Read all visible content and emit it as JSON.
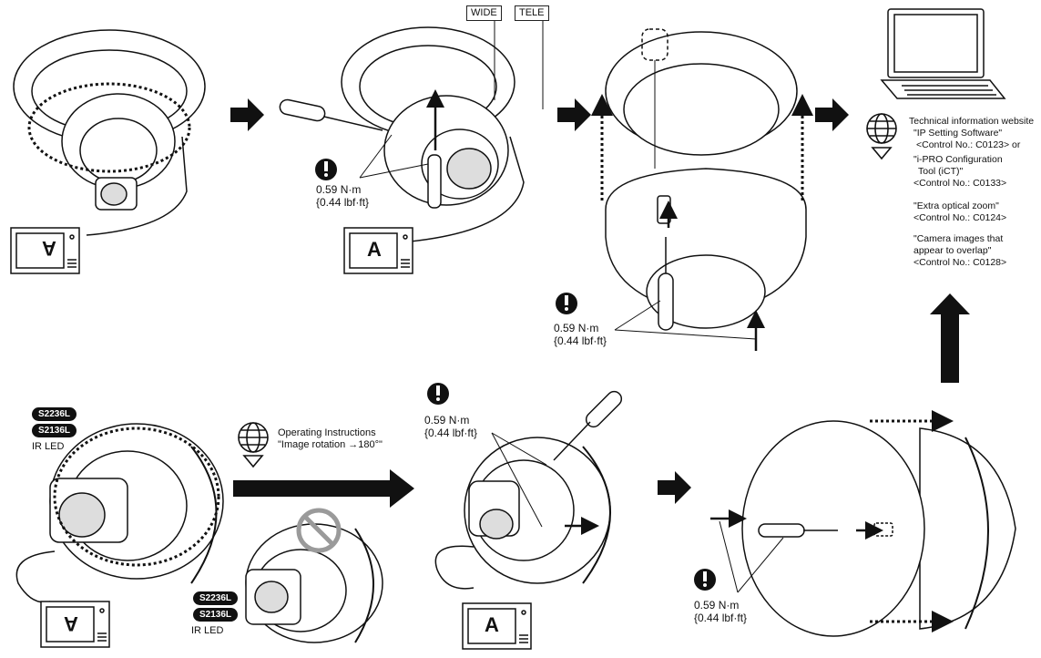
{
  "zoom_labels": {
    "wide": "WIDE",
    "tele": "TELE"
  },
  "torque": {
    "value_nm": "0.59 N·m",
    "value_lbf": "{0.44 lbf·ft}"
  },
  "monitor_letter": "A",
  "models": {
    "model_a": "S2236L",
    "model_b": "S2136L",
    "ir_led": "IR LED"
  },
  "operating_instructions": {
    "title": "Operating Instructions",
    "item": "\"Image rotation →180°\""
  },
  "tech_info": {
    "title": "Technical information website",
    "lines": [
      "\"IP Setting Software\"",
      "<Control No.: C0123> or",
      "\"i-PRO Configuration",
      "Tool (iCT)\"",
      "<Control No.: C0133>",
      "\"Extra optical zoom\"",
      "<Control No.: C0124>",
      "\"Camera images that",
      "appear to overlap\"",
      "<Control No.: C0128>"
    ]
  },
  "icons": [
    "warning-icon",
    "globe-download-icon",
    "screwdriver-icon",
    "laptop-icon",
    "monitor-icon",
    "camera-icon",
    "prohibited-icon"
  ],
  "colors": {
    "ink": "#111111",
    "paper": "#ffffff",
    "gray": "#9a9a9a"
  }
}
